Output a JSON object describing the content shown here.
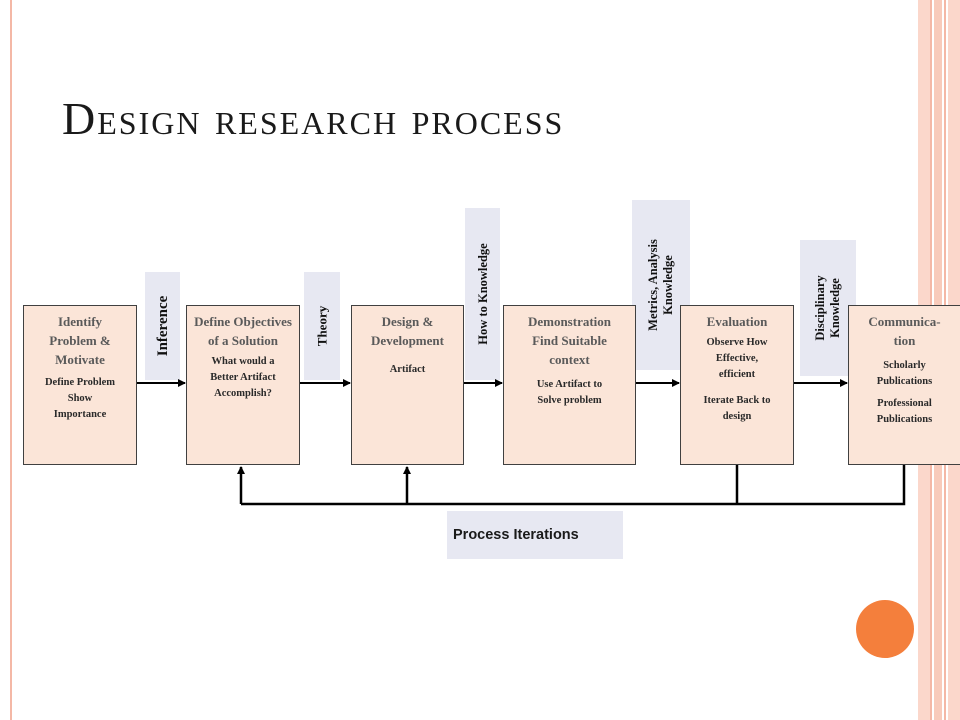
{
  "title": "Design research process",
  "steps": [
    {
      "head": "Identify Problem & Motivate",
      "sub": [
        "Define Problem",
        "Show",
        "Importance"
      ],
      "sub2": []
    },
    {
      "head": "Define Objectives of a Solution",
      "sub": [
        "What would a",
        "Better Artifact",
        "Accomplish?"
      ],
      "sub2": []
    },
    {
      "head": "Design & Development",
      "sub": [
        "Artifact"
      ],
      "sub2": []
    },
    {
      "head": "Demonstration Find Suitable context",
      "sub": [
        "Use Artifact to",
        "Solve problem"
      ],
      "sub2": []
    },
    {
      "head": "Evaluation",
      "sub": [
        "Observe How",
        "Effective,",
        "efficient"
      ],
      "sub2": [
        "Iterate Back to",
        "design"
      ]
    },
    {
      "head": "Communica- tion",
      "sub": [
        "Scholarly",
        "Publications"
      ],
      "sub2": [
        "Professional",
        "Publications"
      ]
    }
  ],
  "transitions": [
    {
      "lines": [
        "Inference"
      ]
    },
    {
      "lines": [
        "Theory"
      ]
    },
    {
      "lines": [
        "How to Knowledge"
      ]
    },
    {
      "lines": [
        "Metrics, Analysis",
        "Knowledge"
      ]
    },
    {
      "lines": [
        "Disciplinary",
        "Knowledge"
      ]
    }
  ],
  "iterations_label": "Process Iterations",
  "colors": {
    "box_fill": "#fbe5d8",
    "label_fill": "#e7e8f2",
    "accent_circle": "#f47f3c",
    "border_stripe": "#f4b8a6"
  }
}
